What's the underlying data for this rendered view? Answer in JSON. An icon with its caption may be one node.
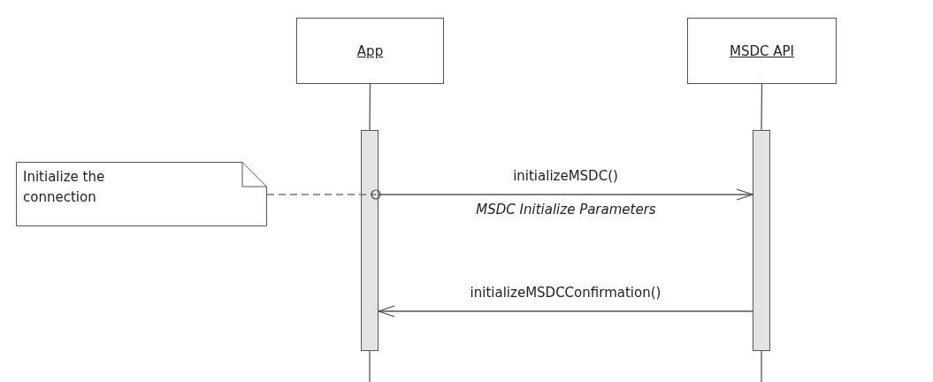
{
  "diagram": {
    "nodes": [
      {
        "text": [
          "App"
        ]
      },
      {
        "text": [
          "MSDC API"
        ]
      },
      {
        "text": [],
        "shape": "bar"
      },
      {
        "text": [],
        "shape": "bar"
      },
      {
        "text": [
          "Initialize the connection"
        ]
      }
    ],
    "edges": [
      {
        "from": 0,
        "to": 2,
        "arrow": "none"
      },
      {
        "from": 1,
        "to": 3,
        "arrow": "none"
      },
      {
        "from": 2,
        "to": null,
        "arrow": "none"
      },
      {
        "from": 3,
        "to": null,
        "arrow": "none"
      },
      {
        "from": 2,
        "to": 3,
        "arrow": "to",
        "label": "initializeMSDC()"
      },
      {
        "from": 3,
        "to": 2,
        "arrow": "to",
        "label": "initializeMSDCConfirmation()"
      },
      {
        "from": 4,
        "to": 2,
        "arrow": "other",
        "style": "dashed"
      }
    ],
    "labels": [
      "MSDC Initialize Parameters"
    ]
  }
}
